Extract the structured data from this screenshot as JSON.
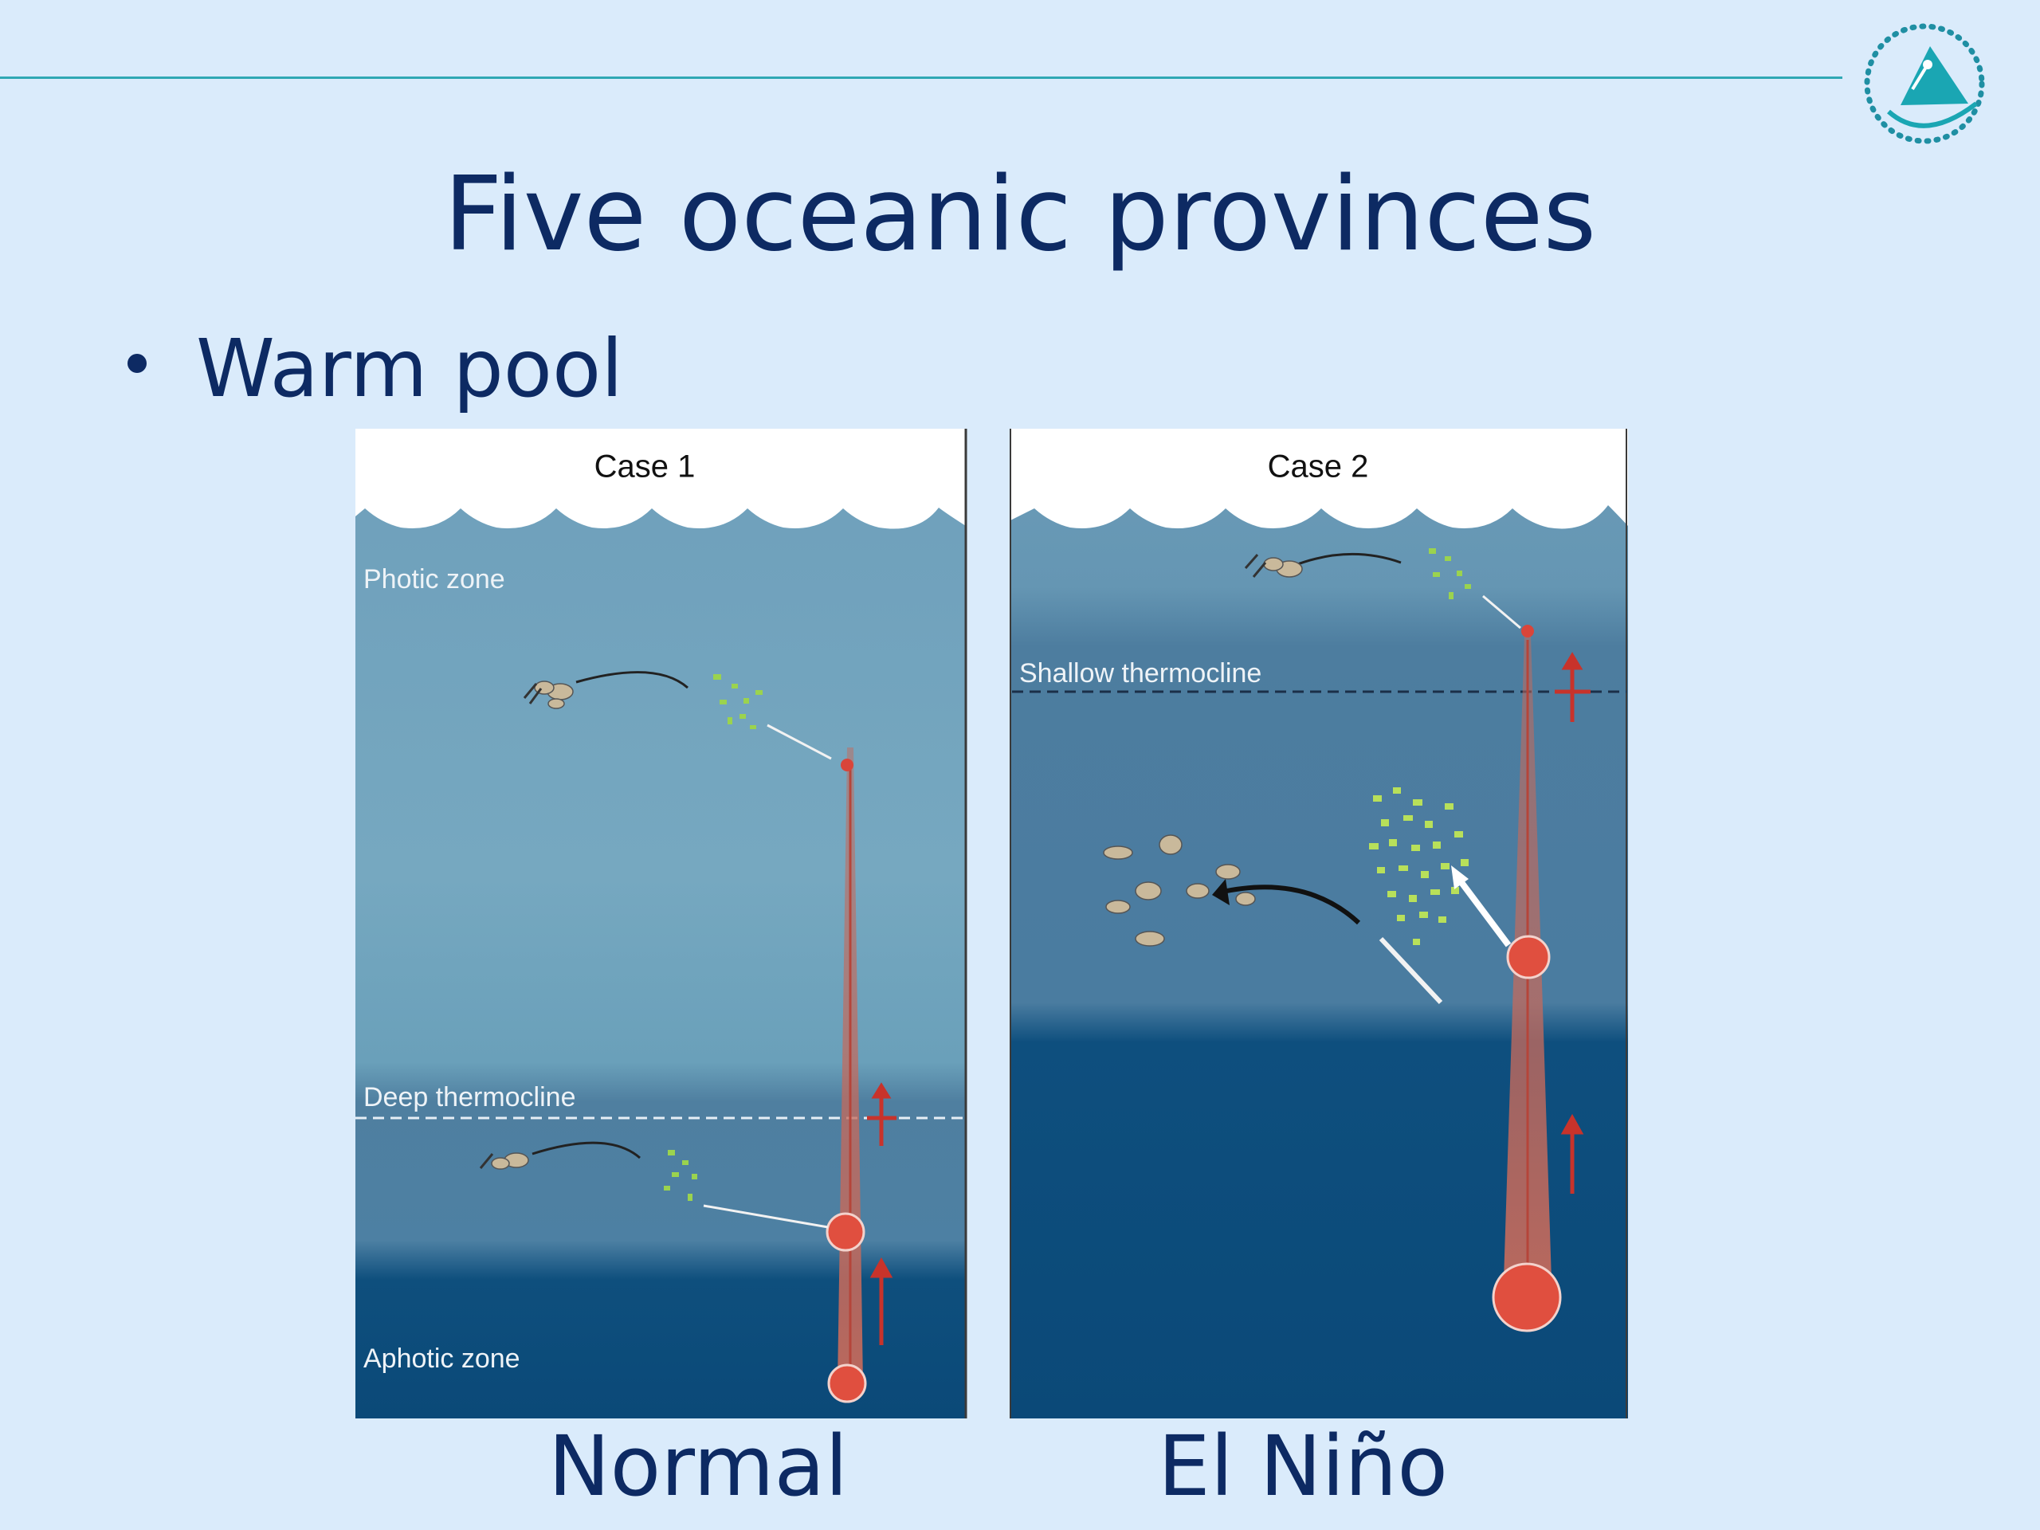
{
  "title": "Five oceanic provinces",
  "bullet": "Warm pool",
  "colors": {
    "title": "#0d2a63",
    "accent_line": "#2fa8b4",
    "background": "#daebfb",
    "arrow_red": "#c8332b"
  },
  "diagram": {
    "case1": {
      "header": "Case 1",
      "photic_label": "Photic zone",
      "thermocline_label": "Deep thermocline",
      "aphotic_label": "Aphotic zone"
    },
    "case2": {
      "header": "Case 2",
      "thermocline_label": "Shallow thermocline"
    }
  },
  "captions": {
    "left": "Normal",
    "right": "El Niño"
  },
  "icons": [
    "organization-logo-icon",
    "wave-surface-icon",
    "plankton-icon",
    "zooplankton-icon",
    "nutrient-bubble-icon",
    "up-arrow-icon"
  ]
}
